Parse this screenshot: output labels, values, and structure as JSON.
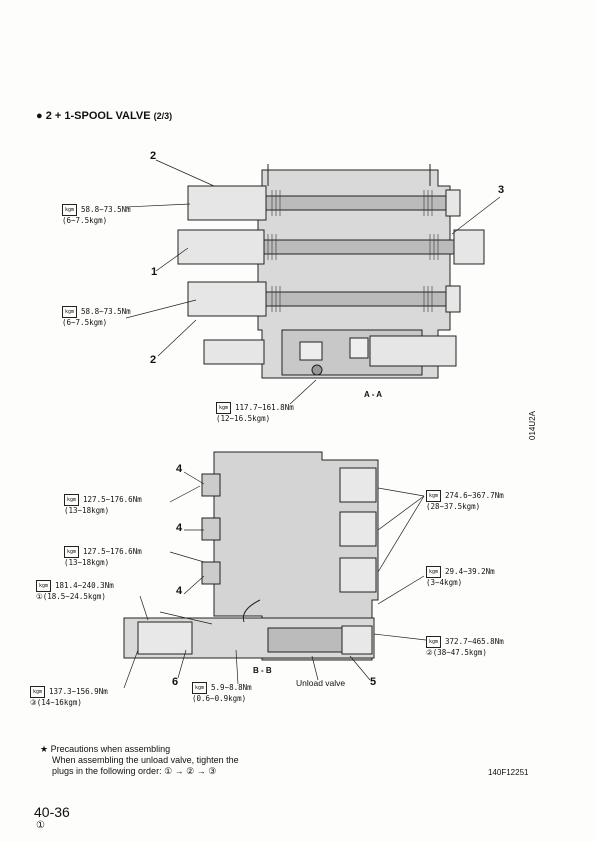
{
  "title": "2 + 1-SPOOL VALVE",
  "title_suffix": "(2/3)",
  "section_aa": "A - A",
  "section_bb": "B - B",
  "side_code": "014U2A",
  "torque_unit": "kgm",
  "torques": {
    "t1": "58.8~73.5Nm\n(6~7.5kgm)",
    "t2": "58.8~73.5Nm\n(6~7.5kgm)",
    "t3": "117.7~161.8Nm\n(12~16.5kgm)",
    "t4": "127.5~176.6Nm\n(13~18kgm)",
    "t5": "127.5~176.6Nm\n(13~18kgm)",
    "t6": "181.4~240.3Nm\n①(18.5~24.5kgm)",
    "t7": "137.3~156.9Nm\n③(14~16kgm)",
    "t8": "5.9~8.8Nm\n(0.6~0.9kgm)",
    "t9": "274.6~367.7Nm\n(28~37.5kgm)",
    "t10": "29.4~39.2Nm\n(3~4kgm)",
    "t11": "372.7~465.8Nm\n②(38~47.5kgm)"
  },
  "callouts": {
    "c2a": "2",
    "c1": "1",
    "c2b": "2",
    "c3": "3",
    "c4a": "4",
    "c4b": "4",
    "c4c": "4",
    "c6": "6",
    "c5": "5"
  },
  "unload_label": "Unload valve",
  "precautions_title": "Precautions when assembling",
  "precautions_line1": "When assembling the unload valve, tighten the",
  "precautions_line2": "plugs in the following order:  ① → ② → ③",
  "figure_code": "140F12251",
  "page_number": "40-36",
  "page_revision": "①"
}
